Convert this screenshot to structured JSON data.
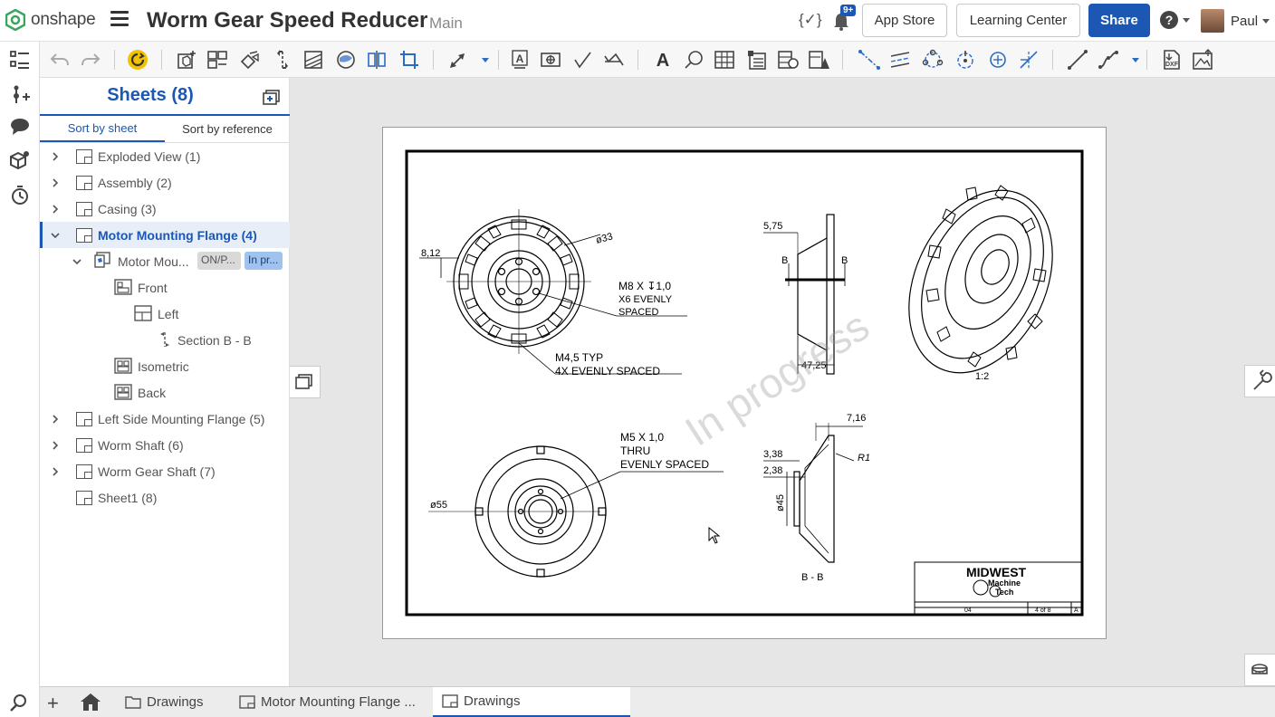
{
  "header": {
    "brand": "onshape",
    "doc_title": "Worm Gear Speed Reducer",
    "branch": "Main",
    "notif_badge": "9+",
    "app_store": "App Store",
    "learning_center": "Learning Center",
    "share": "Share",
    "user_name": "Paul",
    "variables_icon": "{✓}"
  },
  "panel": {
    "title": "Sheets (8)",
    "sort_tabs": [
      {
        "label": "Sort by sheet",
        "active": true
      },
      {
        "label": "Sort by reference",
        "active": false
      }
    ],
    "sheets": [
      {
        "label": "Exploded View (1)"
      },
      {
        "label": "Assembly (2)"
      },
      {
        "label": "Casing (3)"
      },
      {
        "label": "Motor Mounting Flange (4)"
      },
      {
        "label": "Left Side Mounting Flange (5)"
      },
      {
        "label": "Worm Shaft (6)"
      },
      {
        "label": "Worm Gear Shaft (7)"
      },
      {
        "label": "Sheet1 (8)"
      }
    ],
    "part_reference": {
      "label": "Motor Mou...",
      "tag1": "ON/P...",
      "tag2": "In pr..."
    },
    "views": [
      {
        "label": "Front"
      },
      {
        "label": "Left"
      },
      {
        "label": "Section B - B"
      },
      {
        "label": "Isometric"
      },
      {
        "label": "Back"
      }
    ]
  },
  "drawing": {
    "watermark": "In progress",
    "dims": {
      "d812": "8,12",
      "d33": "ø33",
      "m8": "M8  X  ↧1,0",
      "x6": "X6 EVENLY",
      "spaced": "SPACED",
      "m45": "M4,5  TYP",
      "four_x": "4X  EVENLY  SPACED",
      "d575": "5,75",
      "b_left": "B",
      "b_right": "B",
      "d4725": "47,25",
      "scale": "1:2",
      "d716": "7,16",
      "d338": "3,38",
      "d238": "2,38",
      "r1": "R1",
      "d45": "ø45",
      "section": "B - B",
      "m5": "M5  X  1,0",
      "thru": "THRU",
      "evenly": "EVENLY  SPACED",
      "d55": "ø55"
    },
    "title_block": {
      "company1": "MIDWEST",
      "company2": "Machine",
      "company3": "Tech",
      "rev": "04",
      "sheet": "4  of  8",
      "size": "A"
    }
  },
  "tabs": {
    "items": [
      {
        "label": "Drawings",
        "active": false
      },
      {
        "label": "Motor Mounting Flange ...",
        "active": false
      },
      {
        "label": "Drawings",
        "active": true
      }
    ]
  }
}
